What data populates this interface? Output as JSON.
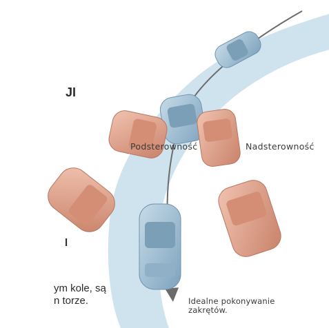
{
  "labels": {
    "understeer": "Podsterowność",
    "oversteer": "Nadsterowność",
    "ideal_line1": "Idealne pokonywanie",
    "ideal_line2": "zakrętów."
  },
  "cropped_text": {
    "title_fragment": "JI",
    "fragment_a": "l",
    "fragment_b": "ym kole, są",
    "fragment_c": "n torze."
  },
  "colors": {
    "road": "#cfe3ef",
    "path_line": "#6b6b6b",
    "car_blue": "#a9c6da",
    "car_salmon": "#e3a58f"
  }
}
